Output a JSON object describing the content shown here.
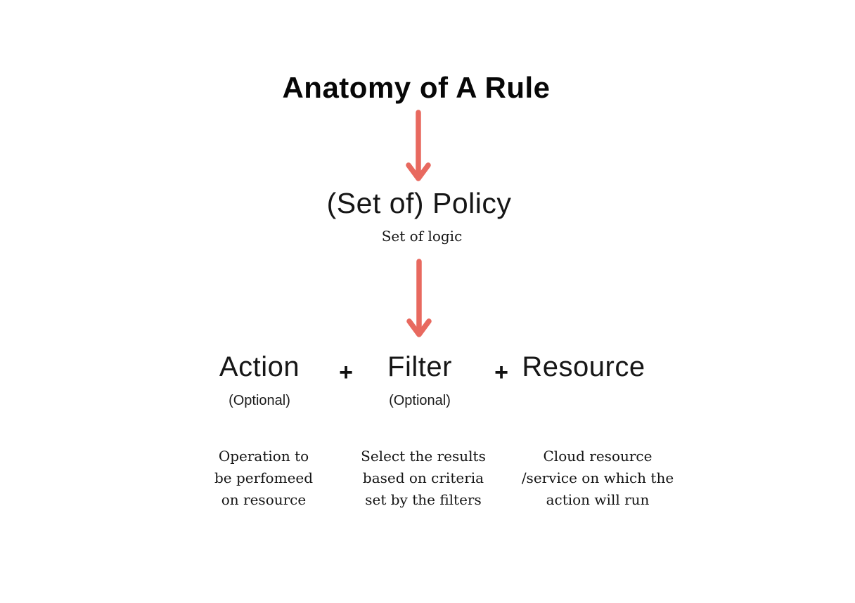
{
  "title": "Anatomy of A Rule",
  "colors": {
    "arrow": "#e8695f",
    "text": "#1b1b1b"
  },
  "policy": {
    "label": "(Set of) Policy",
    "subtitle": "Set of logic"
  },
  "plus": "+",
  "components": [
    {
      "label": "Action",
      "optional": "(Optional)",
      "desc": [
        "Operation to",
        "be perfomeed",
        "on resource"
      ]
    },
    {
      "label": "Filter",
      "optional": "(Optional)",
      "desc": [
        "Select the results",
        "based on criteria",
        "set by the filters"
      ]
    },
    {
      "label": "Resource",
      "optional": "",
      "desc": [
        "Cloud resource",
        "/service on which the",
        "action will run"
      ]
    }
  ]
}
